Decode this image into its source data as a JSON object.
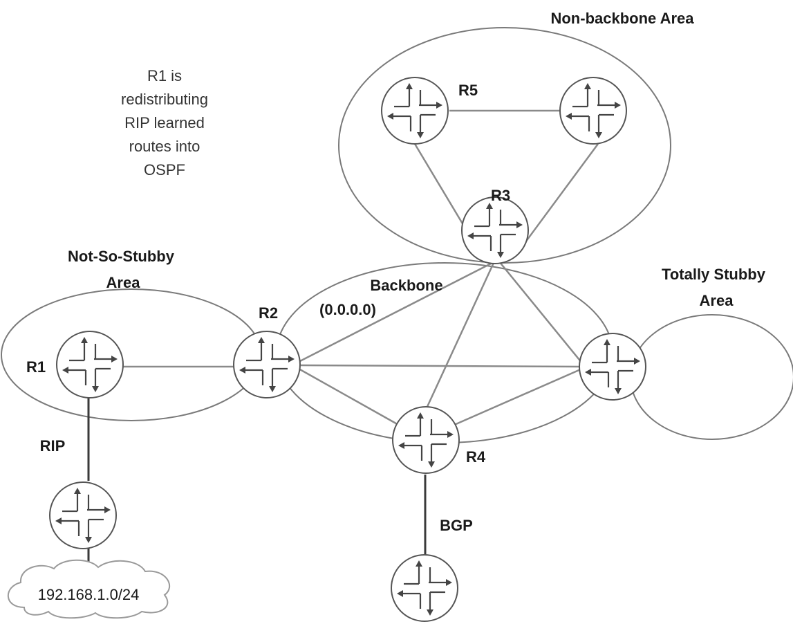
{
  "areas": {
    "non_backbone": "Non-backbone Area",
    "nssa_line1": "Not-So-Stubby",
    "nssa_line2": "Area",
    "backbone_line1": "Backbone",
    "backbone_line2": "(0.0.0.0)",
    "totally_stubby_line1": "Totally  Stubby",
    "totally_stubby_line2": "Area"
  },
  "note": {
    "lines": [
      "R1 is",
      "redistributing",
      "RIP learned",
      "routes into",
      "OSPF"
    ]
  },
  "routers": {
    "r1": "R1",
    "r2": "R2",
    "r3": "R3",
    "r4": "R4",
    "r5": "R5"
  },
  "protocols": {
    "rip": "RIP",
    "bgp": "BGP"
  },
  "network": {
    "cloud_label": "192.168.1.0/24"
  }
}
